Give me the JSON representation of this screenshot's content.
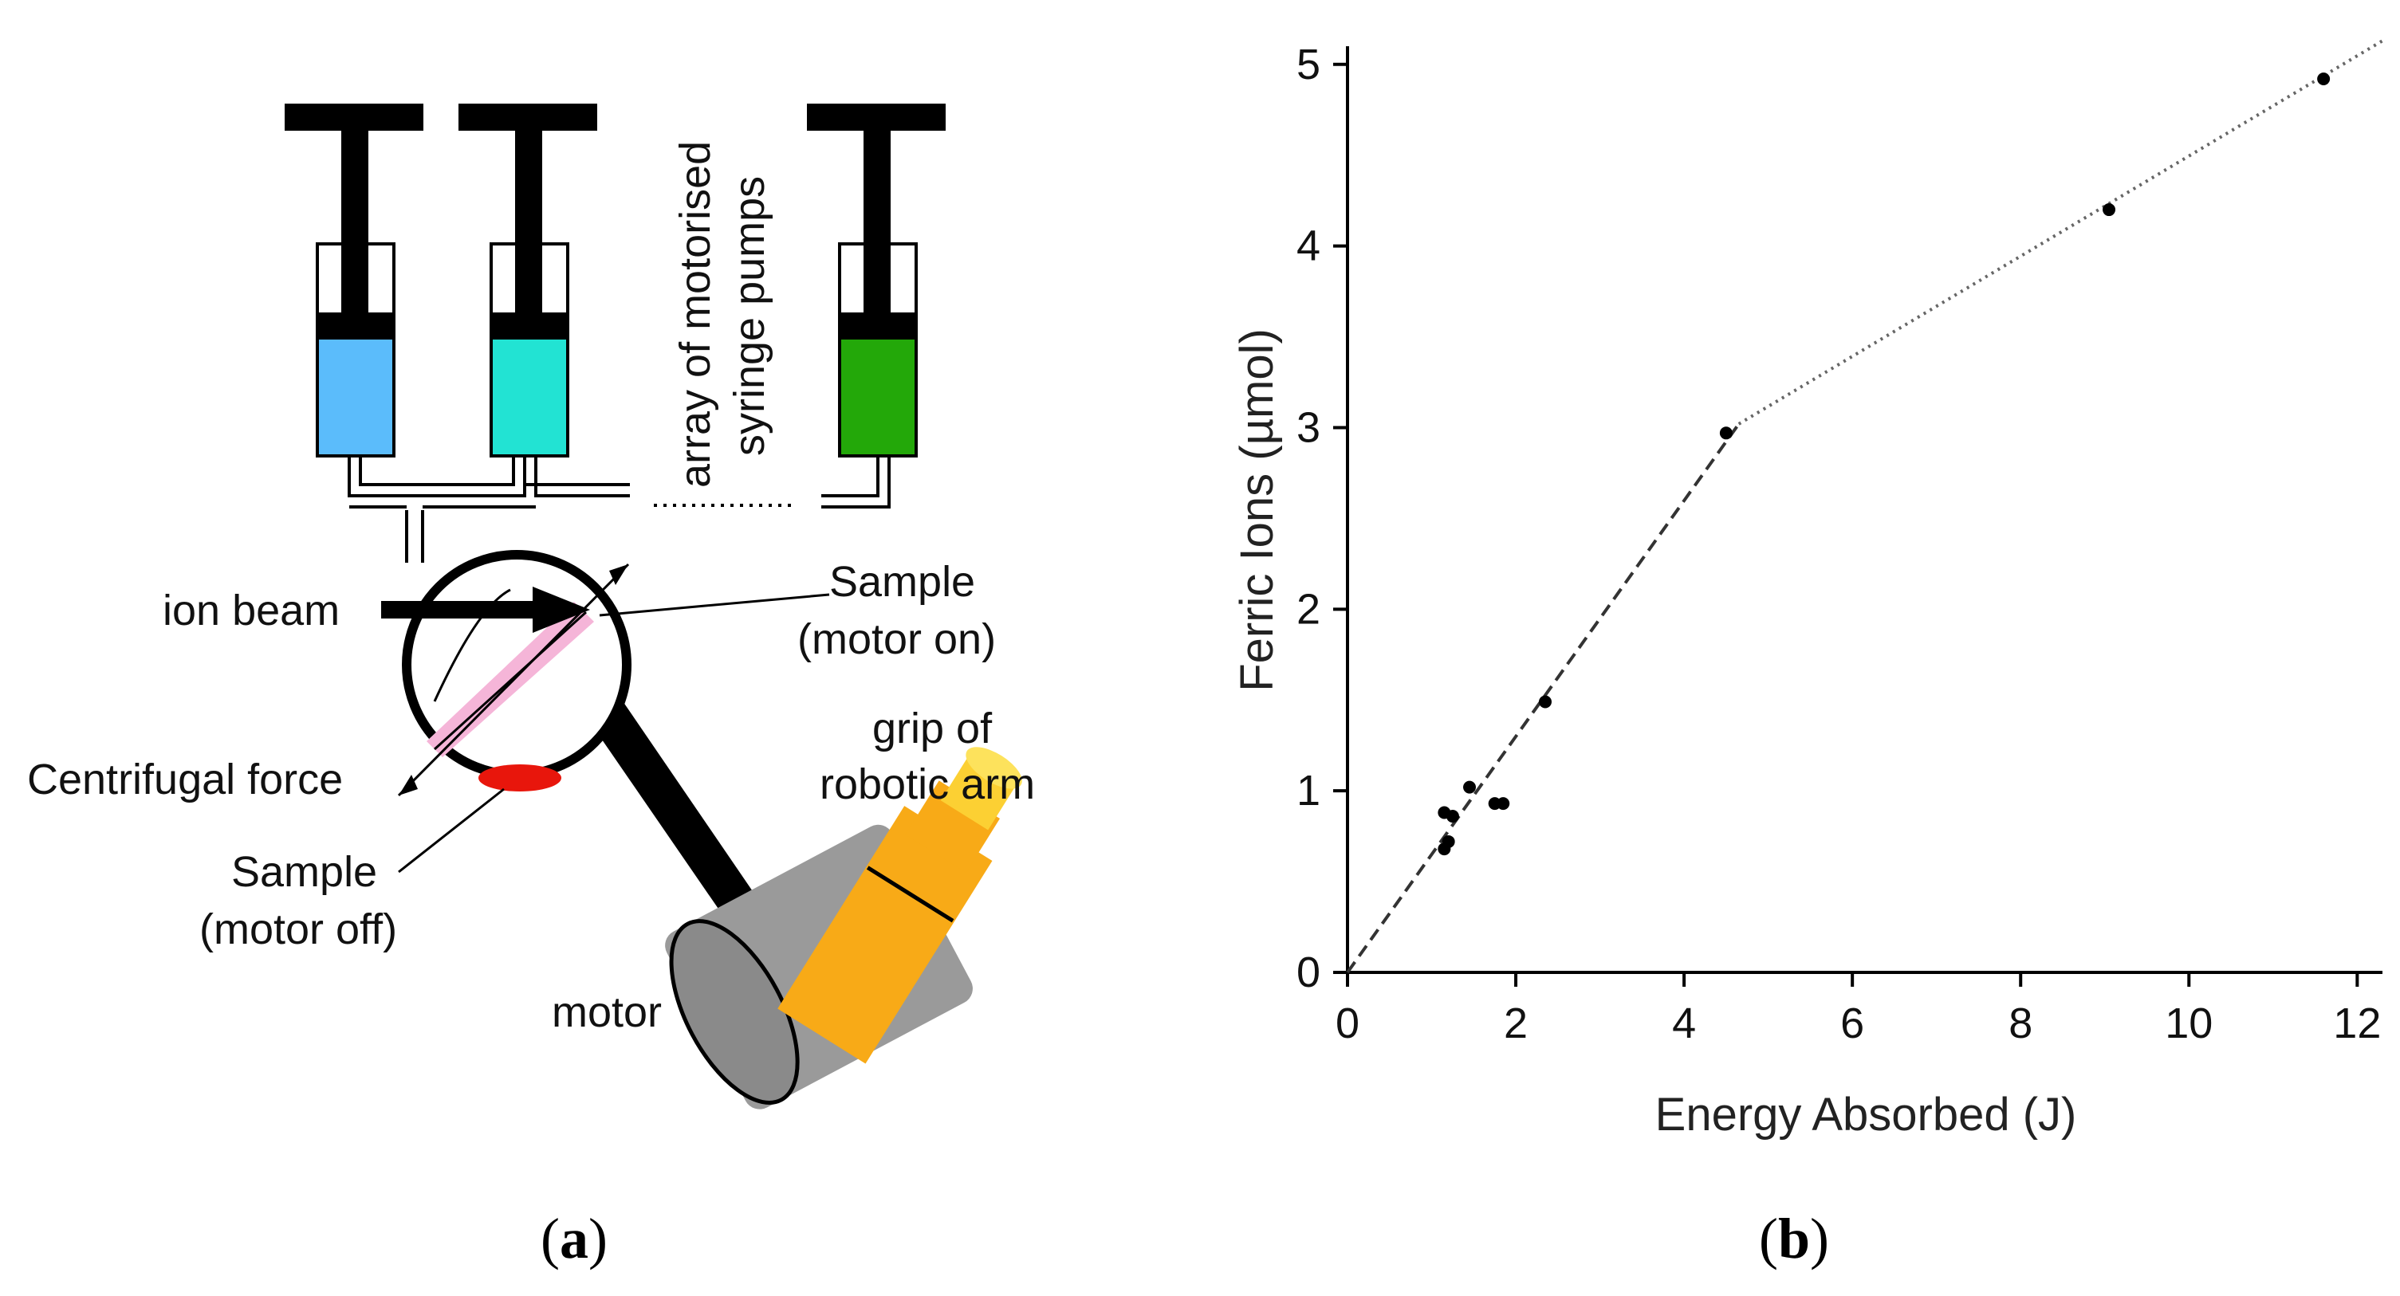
{
  "panel_a": {
    "caption_prefix": "(",
    "caption_letter": "a",
    "caption_suffix": ")",
    "labels": {
      "array_line1": "array of motorised",
      "array_line2": "syringe pumps",
      "ion_beam": "ion beam",
      "sample_on_line1": "Sample",
      "sample_on_line2": "(motor on)",
      "centrifugal": "Centrifugal force",
      "sample_off_line1": "Sample",
      "sample_off_line2": "(motor off)",
      "grip_line1": "grip of",
      "grip_line2": "robotic arm",
      "motor": "motor"
    },
    "syringe_colors": [
      "#5bbcfb",
      "#22e3d3",
      "#23a809"
    ],
    "colors": {
      "sample_streak": "#f5b5d8",
      "sample_drop": "#e8160c",
      "motor": "#9a9a9a",
      "grip": "#f8aa17",
      "grip_light": "#fcd033"
    }
  },
  "panel_b": {
    "caption_prefix": "(",
    "caption_letter": "b",
    "caption_suffix": ")"
  },
  "chart_data": {
    "type": "scatter",
    "xlabel": "Energy Absorbed (J)",
    "ylabel": "Ferric Ions (µmol)",
    "xlim": [
      0,
      12.3
    ],
    "ylim": [
      0,
      5.1
    ],
    "xticks": [
      "0",
      "2",
      "4",
      "6",
      "8",
      "10",
      "12"
    ],
    "yticks": [
      "0",
      "1",
      "2",
      "3",
      "4",
      "5"
    ],
    "points": [
      {
        "x": 1.15,
        "y": 0.68
      },
      {
        "x": 1.2,
        "y": 0.72
      },
      {
        "x": 1.15,
        "y": 0.88
      },
      {
        "x": 1.25,
        "y": 0.86
      },
      {
        "x": 1.45,
        "y": 1.02
      },
      {
        "x": 1.75,
        "y": 0.93
      },
      {
        "x": 1.85,
        "y": 0.93
      },
      {
        "x": 2.35,
        "y": 1.49
      },
      {
        "x": 4.5,
        "y": 2.97
      },
      {
        "x": 9.05,
        "y": 4.2
      },
      {
        "x": 11.6,
        "y": 4.92
      }
    ],
    "fit_lines": [
      {
        "style": "dashed",
        "x": [
          0,
          4.65
        ],
        "y": [
          0,
          3.02
        ]
      },
      {
        "style": "dotted",
        "x": [
          4.65,
          12.3
        ],
        "y": [
          3.02,
          5.13
        ]
      }
    ],
    "grid": false,
    "legend": "none"
  }
}
